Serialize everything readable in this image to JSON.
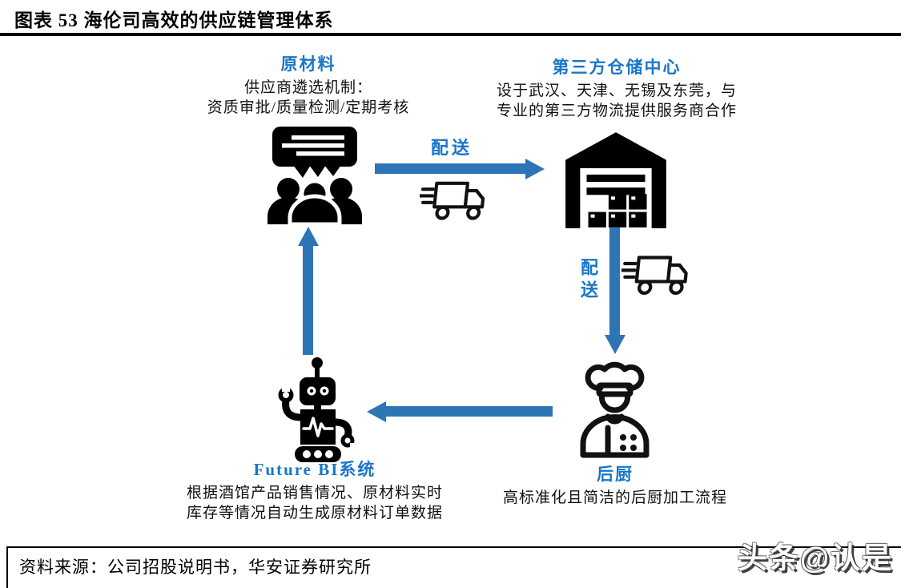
{
  "page": {
    "title": "图表 53 海伦司高效的供应链管理体系",
    "source": "资料来源：公司招股说明书，华安证券研究所",
    "watermark": "头条@认是"
  },
  "colors": {
    "heading_blue": "#1976c8",
    "arrow_blue": "#2e75b6",
    "icon_black": "#000000",
    "text_black": "#111111"
  },
  "diagram": {
    "nodes": [
      {
        "id": "raw-materials",
        "title": "原材料",
        "lines": [
          "供应商遴选机制：",
          "资质审批/质量检测/定期考核"
        ],
        "icon": "people-speech-bubble-icon"
      },
      {
        "id": "warehouse",
        "title": "第三方仓储中心",
        "lines": [
          "设于武汉、天津、无锡及东莞，与",
          "专业的第三方物流提供服务商合作"
        ],
        "icon": "warehouse-icon"
      },
      {
        "id": "kitchen",
        "title": "后厨",
        "lines": [
          "高标准化且简洁的后厨加工流程"
        ],
        "icon": "chef-icon"
      },
      {
        "id": "future-bi",
        "title": "Future BI系统",
        "lines": [
          "根据酒馆产品销售情况、原材料实时",
          "库存等情况自动生成原材料订单数据"
        ],
        "icon": "robot-icon"
      }
    ],
    "edges": [
      {
        "from": "raw-materials",
        "to": "warehouse",
        "label": "配送",
        "icon": "delivery-truck-icon",
        "direction": "right"
      },
      {
        "from": "warehouse",
        "to": "kitchen",
        "label": "配送",
        "icon": "delivery-truck-icon",
        "direction": "down"
      },
      {
        "from": "kitchen",
        "to": "future-bi",
        "label": "",
        "direction": "left"
      },
      {
        "from": "future-bi",
        "to": "raw-materials",
        "label": "",
        "direction": "up"
      }
    ]
  }
}
